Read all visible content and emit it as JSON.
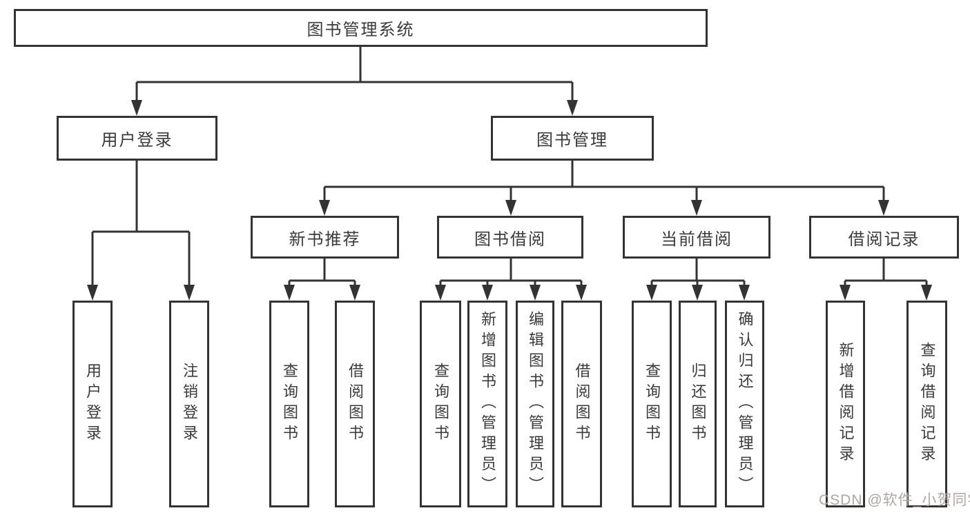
{
  "colors": {
    "line": "#333333",
    "box_border": "#333333",
    "box_background": "#ffffff",
    "text": "#3a3a3a",
    "watermark": "#b5a3a3"
  },
  "watermark": {
    "text": "CSDN @软件_小贺同学"
  },
  "tree": {
    "root": {
      "label": "图书管理系统"
    },
    "branches": [
      {
        "label": "用户登录",
        "children": [
          {
            "label": "用户登录"
          },
          {
            "label": "注销登录"
          }
        ]
      },
      {
        "label": "图书管理",
        "groups": [
          {
            "label": "新书推荐",
            "children": [
              {
                "label": "查询图书"
              },
              {
                "label": "借阅图书"
              }
            ]
          },
          {
            "label": "图书借阅",
            "children": [
              {
                "label": "查询图书"
              },
              {
                "label": "新增图书（管理员）"
              },
              {
                "label": "编辑图书（管理员）"
              },
              {
                "label": "借阅图书"
              }
            ]
          },
          {
            "label": "当前借阅",
            "children": [
              {
                "label": "查询图书"
              },
              {
                "label": "归还图书"
              },
              {
                "label": "确认归还（管理员）"
              }
            ]
          },
          {
            "label": "借阅记录",
            "children": [
              {
                "label": "新增借阅记录"
              },
              {
                "label": "查询借阅记录"
              }
            ]
          }
        ]
      }
    ]
  }
}
